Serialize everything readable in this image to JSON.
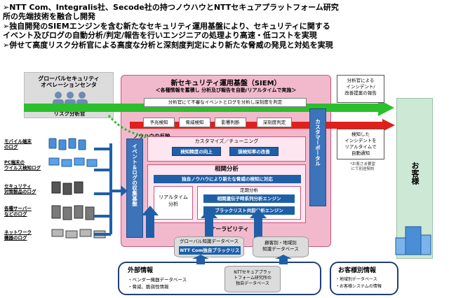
{
  "bullets": [
    "➢NTT Com、Integralis社、Secode社の持つノウハウとNTTセキュアプラットフォーム研究",
    "   所の先端技術を融合し開発",
    "➢独自開発のSIEMエンジンを含む新たなセキュリティ運用基盤により、セキュリティに関する",
    "   イベント及びログの自動分析/判定/報告を行いエンジニアの処理より高速・低コストを実現",
    "➢併せて高度リスク分析官による高度な分析と深刻度判定により新たな脅威の発見と対処を実現"
  ],
  "gsoc": {
    "title_line1": "グローバルセキュリティ",
    "title_line2": "オペレーションセンタ",
    "analyst": "リスク分析官"
  },
  "siem": {
    "title": "新セキュリティ運用基盤（SIEM）",
    "subtitle": "＜各種情報を蓄積し 分析及び報告を自動/リアルタイムで実施＞",
    "top_bar": "分析官にて不審なイベントとログを分析し深刻度を判定",
    "steps": [
      "予兆検知",
      "脅威検知",
      "影響判断",
      "深刻度判定"
    ],
    "knowhow": "ノウハウの反映",
    "customize": "カスタマイズ／チューニング",
    "customize_items": [
      "検知精度の向上",
      "誤検知率の改善"
    ],
    "correlation": "相関分析",
    "correlation_sub": "独自ノウハウにより新たな脅威の検知に対応",
    "realtime": "リアルタイム\n分析",
    "periodic": "定期分析",
    "periodic_items": [
      "相関遺伝子時系列分析エンジン",
      "ブラックリスト共起分析エンジン"
    ],
    "scalability": "スケーラビリティ",
    "left_pillar": "イベント＆ログの収集基盤",
    "right_pillar": "カスタマーポータル"
  },
  "sources": [
    {
      "line1": "モバイル端末",
      "line2": "のログ"
    },
    {
      "line1": "PC端末の",
      "line2": "ウイルス検知ログ"
    },
    {
      "line1": "セキュリティ",
      "line2": "対策製品のログ"
    },
    {
      "line1": "各種サーバー",
      "line2": "などのログ"
    },
    {
      "line1": "ネットワーク",
      "line2": "機器のログ"
    }
  ],
  "databases": {
    "global": "グローバル知識データベース",
    "blacklist": "NTT Com独自ブラックリスト",
    "customer_db": "顧客別・地域別\n知識データベース"
  },
  "right_panel": {
    "report1": "分析官による\nインシデント/\n改善提案の報告",
    "report2": "検知した\nインシデントを\nリアルタイムで\n自動通知",
    "note": "*お客さま要望\nにて別途契約",
    "customer": "お客様"
  },
  "external": {
    "title": "外部情報",
    "items": [
      "・ベンダー機器データベース",
      "・脅威、脆弱性情報"
    ],
    "ntt_db": "NTTセキュアプラッ\nトフォーム研究所の\n独自データベース"
  },
  "customer_info": {
    "title": "お客様別情報",
    "items": [
      "・地域別データベース",
      "・お客様システムの情報"
    ]
  },
  "colors": {
    "green": "#2bbf2b",
    "red": "#e0201c",
    "blue": "#1f5fa8",
    "pink": "#f7c9d9",
    "darkpink": "#c8577e"
  }
}
